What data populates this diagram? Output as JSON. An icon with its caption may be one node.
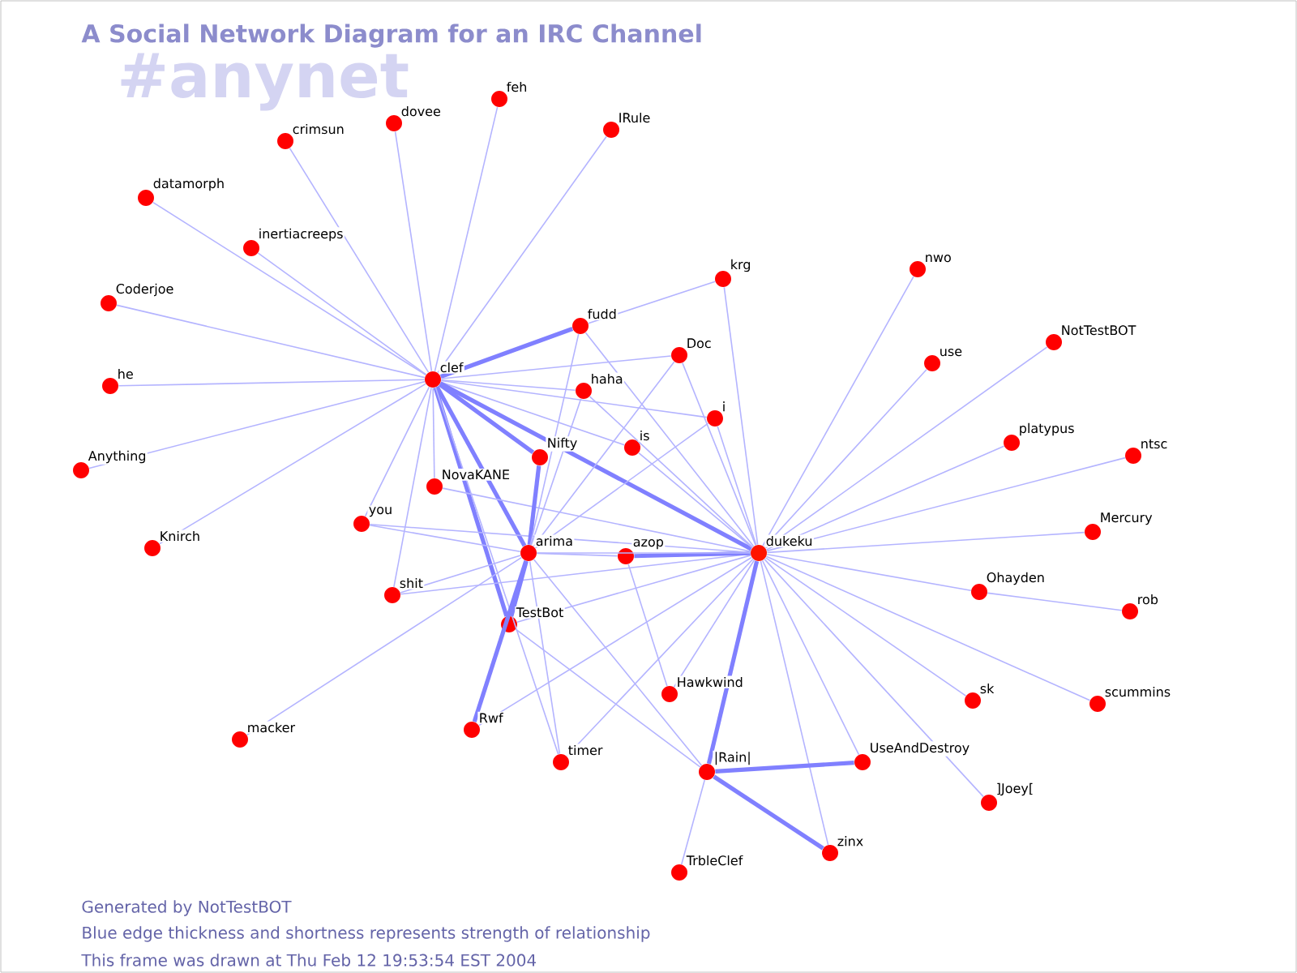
{
  "diagram": {
    "title": "A Social Network Diagram for an IRC Channel",
    "nodes": [
      {
        "text": [
          "clef"
        ]
      },
      {
        "text": [
          "dukeku"
        ]
      },
      {
        "text": [
          "arima"
        ]
      },
      {
        "text": [
          "crimsun"
        ]
      },
      {
        "text": [
          "dovee"
        ]
      },
      {
        "text": [
          "feh"
        ]
      },
      {
        "text": [
          "IRule"
        ]
      },
      {
        "text": [
          "datamorph"
        ]
      },
      {
        "text": [
          "inertiacreeps"
        ]
      },
      {
        "text": [
          "Coderjoe"
        ]
      },
      {
        "text": [
          "he"
        ]
      },
      {
        "text": [
          "Anything"
        ]
      },
      {
        "text": [
          "Knirch"
        ]
      },
      {
        "text": [
          "krg"
        ]
      },
      {
        "text": [
          "fudd"
        ]
      },
      {
        "text": [
          "Doc"
        ]
      },
      {
        "text": [
          "haha"
        ]
      },
      {
        "text": [
          "i"
        ]
      },
      {
        "text": [
          "is"
        ]
      },
      {
        "text": [
          "Nifty"
        ]
      },
      {
        "text": [
          "NovaKANE"
        ]
      },
      {
        "text": [
          "you"
        ]
      },
      {
        "text": [
          "azop"
        ]
      },
      {
        "text": [
          "shit"
        ]
      },
      {
        "text": [
          "TestBot"
        ]
      },
      {
        "text": [
          "nwo"
        ]
      },
      {
        "text": [
          "use"
        ]
      },
      {
        "text": [
          "NotTestBOT"
        ]
      },
      {
        "text": [
          "platypus"
        ]
      },
      {
        "text": [
          "ntsc"
        ]
      },
      {
        "text": [
          "Mercury"
        ]
      },
      {
        "text": [
          "Ohayden"
        ]
      },
      {
        "text": [
          "rob"
        ]
      },
      {
        "text": [
          "sk"
        ]
      },
      {
        "text": [
          "scummins"
        ]
      },
      {
        "text": [
          "Hawkwind"
        ]
      },
      {
        "text": [
          "macker"
        ]
      },
      {
        "text": [
          "Rwf"
        ]
      },
      {
        "text": [
          "timer"
        ]
      },
      {
        "text": [
          "|Rain|"
        ]
      },
      {
        "text": [
          "UseAndDestroy"
        ]
      },
      {
        "text": [
          "]Joey["
        ]
      },
      {
        "text": [
          "zinx"
        ]
      },
      {
        "text": [
          "TrbleClef"
        ]
      }
    ],
    "edges": [
      {
        "from": 0,
        "to": 3,
        "arrow": "none"
      },
      {
        "from": 0,
        "to": 4,
        "arrow": "none"
      },
      {
        "from": 0,
        "to": 5,
        "arrow": "none"
      },
      {
        "from": 0,
        "to": 6,
        "arrow": "none"
      },
      {
        "from": 0,
        "to": 7,
        "arrow": "none"
      },
      {
        "from": 0,
        "to": 8,
        "arrow": "none"
      },
      {
        "from": 0,
        "to": 9,
        "arrow": "none"
      },
      {
        "from": 0,
        "to": 10,
        "arrow": "none"
      },
      {
        "from": 0,
        "to": 11,
        "arrow": "none"
      },
      {
        "from": 0,
        "to": 12,
        "arrow": "none"
      },
      {
        "from": 0,
        "to": 14,
        "arrow": "none",
        "style": "thick"
      },
      {
        "from": 0,
        "to": 15,
        "arrow": "none"
      },
      {
        "from": 0,
        "to": 16,
        "arrow": "none"
      },
      {
        "from": 0,
        "to": 17,
        "arrow": "none"
      },
      {
        "from": 0,
        "to": 18,
        "arrow": "none"
      },
      {
        "from": 0,
        "to": 19,
        "arrow": "none",
        "style": "thick"
      },
      {
        "from": 0,
        "to": 20,
        "arrow": "none"
      },
      {
        "from": 0,
        "to": 21,
        "arrow": "none"
      },
      {
        "from": 0,
        "to": 23,
        "arrow": "none"
      },
      {
        "from": 0,
        "to": 24,
        "arrow": "none",
        "style": "thick"
      },
      {
        "from": 0,
        "to": 2,
        "arrow": "none",
        "style": "thick"
      },
      {
        "from": 0,
        "to": 1,
        "arrow": "none",
        "style": "thick"
      },
      {
        "from": 0,
        "to": 38,
        "arrow": "none"
      },
      {
        "from": 13,
        "to": 14,
        "arrow": "none"
      },
      {
        "from": 1,
        "to": 13,
        "arrow": "none"
      },
      {
        "from": 1,
        "to": 14,
        "arrow": "none"
      },
      {
        "from": 1,
        "to": 15,
        "arrow": "none"
      },
      {
        "from": 1,
        "to": 16,
        "arrow": "none"
      },
      {
        "from": 1,
        "to": 17,
        "arrow": "none"
      },
      {
        "from": 1,
        "to": 18,
        "arrow": "none"
      },
      {
        "from": 1,
        "to": 25,
        "arrow": "none"
      },
      {
        "from": 1,
        "to": 26,
        "arrow": "none"
      },
      {
        "from": 1,
        "to": 27,
        "arrow": "none"
      },
      {
        "from": 1,
        "to": 28,
        "arrow": "none"
      },
      {
        "from": 1,
        "to": 29,
        "arrow": "none"
      },
      {
        "from": 1,
        "to": 30,
        "arrow": "none"
      },
      {
        "from": 1,
        "to": 31,
        "arrow": "none"
      },
      {
        "from": 31,
        "to": 32,
        "arrow": "none"
      },
      {
        "from": 1,
        "to": 33,
        "arrow": "none"
      },
      {
        "from": 1,
        "to": 34,
        "arrow": "none"
      },
      {
        "from": 1,
        "to": 41,
        "arrow": "none"
      },
      {
        "from": 1,
        "to": 42,
        "arrow": "none"
      },
      {
        "from": 1,
        "to": 40,
        "arrow": "none"
      },
      {
        "from": 1,
        "to": 39,
        "arrow": "none",
        "style": "thick"
      },
      {
        "from": 1,
        "to": 35,
        "arrow": "none"
      },
      {
        "from": 1,
        "to": 38,
        "arrow": "none"
      },
      {
        "from": 1,
        "to": 37,
        "arrow": "none"
      },
      {
        "from": 1,
        "to": 24,
        "arrow": "none"
      },
      {
        "from": 1,
        "to": 23,
        "arrow": "none"
      },
      {
        "from": 1,
        "to": 22,
        "arrow": "none",
        "style": "thick"
      },
      {
        "from": 1,
        "to": 2,
        "arrow": "none"
      },
      {
        "from": 1,
        "to": 21,
        "arrow": "none"
      },
      {
        "from": 1,
        "to": 20,
        "arrow": "none"
      },
      {
        "from": 2,
        "to": 19,
        "arrow": "none",
        "style": "thick"
      },
      {
        "from": 2,
        "to": 22,
        "arrow": "none"
      },
      {
        "from": 2,
        "to": 24,
        "arrow": "none",
        "style": "thick"
      },
      {
        "from": 2,
        "to": 37,
        "arrow": "none",
        "style": "thick"
      },
      {
        "from": 2,
        "to": 21,
        "arrow": "none"
      },
      {
        "from": 2,
        "to": 23,
        "arrow": "none"
      },
      {
        "from": 2,
        "to": 39,
        "arrow": "none"
      },
      {
        "from": 2,
        "to": 38,
        "arrow": "none"
      },
      {
        "from": 2,
        "to": 15,
        "arrow": "none"
      },
      {
        "from": 2,
        "to": 17,
        "arrow": "none"
      },
      {
        "from": 2,
        "to": 16,
        "arrow": "none"
      },
      {
        "from": 2,
        "to": 14,
        "arrow": "none"
      },
      {
        "from": 2,
        "to": 36,
        "arrow": "none"
      },
      {
        "from": 22,
        "to": 35,
        "arrow": "none"
      },
      {
        "from": 24,
        "to": 39,
        "arrow": "none"
      },
      {
        "from": 39,
        "to": 40,
        "arrow": "none",
        "style": "thick"
      },
      {
        "from": 39,
        "to": 42,
        "arrow": "none",
        "style": "thick"
      },
      {
        "from": 39,
        "to": 43,
        "arrow": "none"
      }
    ],
    "labels": [
      "#anynet",
      "Generated by NotTestBOT",
      "Blue edge thickness and shortness represents strength of relationship",
      "This frame was drawn at Thu Feb 12 19:53:54 EST 2004"
    ]
  }
}
